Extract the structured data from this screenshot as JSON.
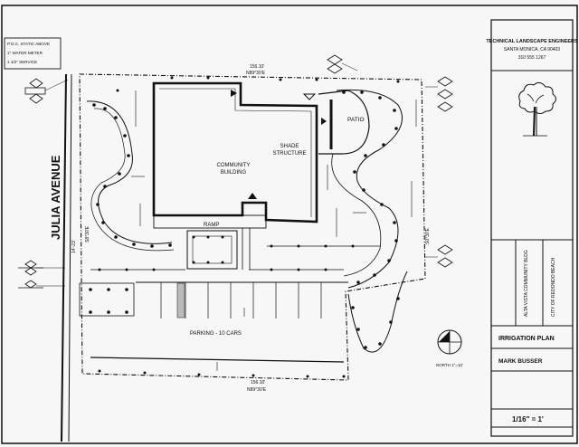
{
  "plan": {
    "street_name": "JULIA AVENUE",
    "street_dim_1": "14'-23'",
    "street_dim_2": "S8°30'E",
    "top_dim_1": "156.10'",
    "top_dim_2": "N89°30'E",
    "bottom_dim_1": "156.10'",
    "bottom_dim_2": "N89°30'E",
    "right_dim": "S0°30'E",
    "building_label_1": "COMMUNITY",
    "building_label_2": "BUILDING",
    "shade_label_1": "SHADE",
    "shade_label_2": "STRUCTURE",
    "patio_label": "PATIO",
    "ramp_label": "RAMP",
    "parking_label": "PARKING - 10 CARS",
    "point_of_connection": {
      "line_1": "P.O.C. STATIC ABOVE",
      "line_2": "1\" WATER METER",
      "line_3": "1 1/2\" SERVICE"
    },
    "north_label": "NORTH 1\"=10'"
  },
  "title_block": {
    "firm_line_1": "TECHNICAL LANDSCAPE ENGINEERS",
    "firm_line_2": "SANTA MONICA, CA  90403",
    "firm_line_3": "310 555 1267",
    "project_line_1": "ALTA VISTA COMMUNITY BLDG",
    "project_line_2": "CITY OF REDONDO BEACH",
    "sheet_title": "IRRIGATION PLAN",
    "designer": "MARK BUSSER",
    "scale": "1/16\" = 1'"
  },
  "colors": {
    "ink": "#111111",
    "paper": "#f7f7f7",
    "gray": "#9a9a9a"
  },
  "icons": [
    "tree-icon",
    "north-arrow-icon",
    "valve-marker-icon",
    "sprinkler-head-icon"
  ]
}
